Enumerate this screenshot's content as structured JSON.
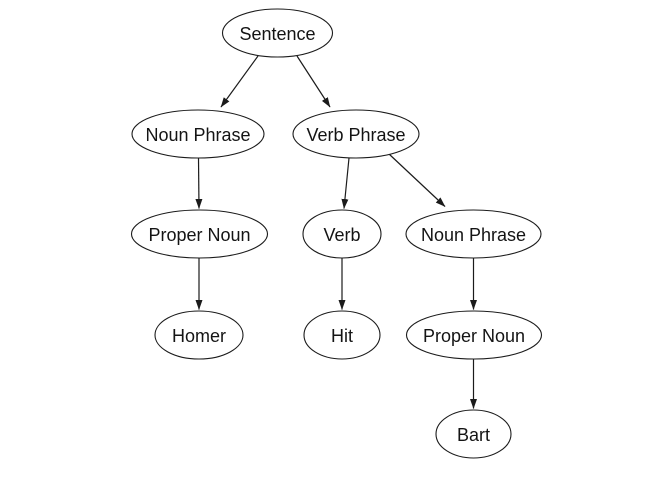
{
  "page": {
    "background_color": "#ffffff",
    "stroke_color": "#1b1b1b",
    "text_color": "#141414",
    "node_fill_color": "#ffffff"
  },
  "diagram": {
    "type": "syntax-parse-tree",
    "nodes": [
      {
        "id": "sentence",
        "label": "Sentence"
      },
      {
        "id": "noun-phrase-left",
        "label": "Noun Phrase"
      },
      {
        "id": "verb-phrase",
        "label": "Verb Phrase"
      },
      {
        "id": "proper-noun-left",
        "label": "Proper Noun"
      },
      {
        "id": "verb",
        "label": "Verb"
      },
      {
        "id": "noun-phrase-right",
        "label": "Noun Phrase"
      },
      {
        "id": "homer",
        "label": "Homer"
      },
      {
        "id": "hit",
        "label": "Hit"
      },
      {
        "id": "proper-noun-right",
        "label": "Proper Noun"
      },
      {
        "id": "bart",
        "label": "Bart"
      }
    ],
    "edges": [
      {
        "from": "sentence",
        "to": "noun-phrase-left"
      },
      {
        "from": "sentence",
        "to": "verb-phrase"
      },
      {
        "from": "noun-phrase-left",
        "to": "proper-noun-left"
      },
      {
        "from": "verb-phrase",
        "to": "verb"
      },
      {
        "from": "verb-phrase",
        "to": "noun-phrase-right"
      },
      {
        "from": "proper-noun-left",
        "to": "homer"
      },
      {
        "from": "verb",
        "to": "hit"
      },
      {
        "from": "noun-phrase-right",
        "to": "proper-noun-right"
      },
      {
        "from": "proper-noun-right",
        "to": "bart"
      }
    ]
  }
}
